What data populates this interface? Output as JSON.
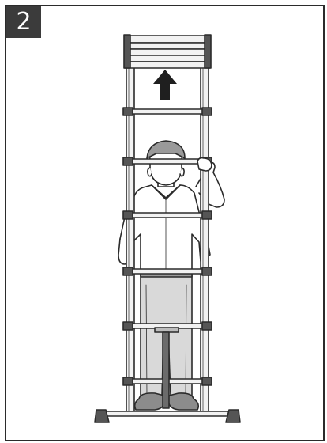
{
  "step": {
    "number": "2"
  },
  "illustration": {
    "subject": "person-extending-telescopic-ladder",
    "arrow_direction": "up",
    "colors": {
      "line": "#2b2b2b",
      "rail_fill": "#f2f2f2",
      "shade_dark": "#6b6b6b",
      "shade_mid": "#bdbdbd",
      "badge": "#3b3b3b"
    }
  }
}
